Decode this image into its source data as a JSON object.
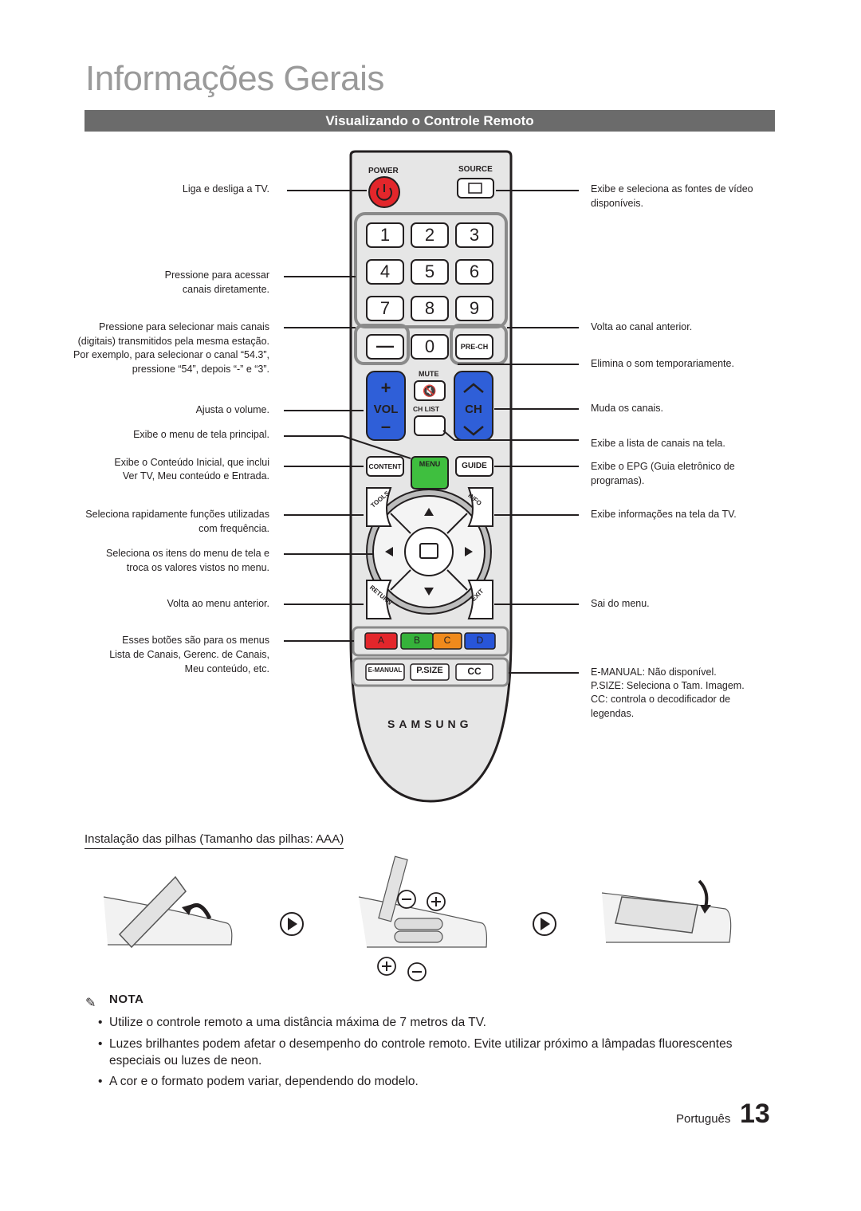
{
  "page_title": "Informações Gerais",
  "section_title": "Visualizando o Controle Remoto",
  "remote": {
    "power": "POWER",
    "source": "SOURCE",
    "digits": [
      "1",
      "2",
      "3",
      "4",
      "5",
      "6",
      "7",
      "8",
      "9"
    ],
    "dash": "—",
    "zero": "0",
    "prech": "PRE-CH",
    "mute": "MUTE",
    "vol_plus": "+",
    "vol": "VOL",
    "vol_minus": "–",
    "chlist": "CH LIST",
    "ch": "CH",
    "content": "CONTENT",
    "menu": "MENU",
    "guide": "GUIDE",
    "tools": "TOOLS",
    "info": "INFO",
    "return": "RETURN",
    "exit": "EXIT",
    "a": "A",
    "b": "B",
    "c": "C",
    "d": "D",
    "emanual": "E-MANUAL",
    "psize": "P.SIZE",
    "cc": "CC",
    "brand": "SAMSUNG",
    "colors": {
      "power": "#e3262b",
      "vol": "#2f5fd8",
      "ch": "#2f5fd8",
      "menu": "#3fbf3f",
      "a": "#e3262b",
      "b": "#35b23a",
      "c": "#f08a1c",
      "d": "#2855d8"
    }
  },
  "left_annotations": [
    "Liga e desliga a TV.",
    "Pressione para acessar canais diretamente.",
    "Pressione para selecionar mais canais (digitais) transmitidos pela mesma estação. Por exemplo, para selecionar o canal “54.3”, pressione “54”, depois “-” e “3”.",
    "Ajusta o volume.",
    "Exibe o menu de tela principal.",
    "Exibe o Conteúdo Inicial, que inclui",
    "Ver TV, Meu conteúdo e Entrada.",
    "Seleciona rapidamente funções utilizadas com frequência.",
    "Seleciona os itens do menu de tela e troca os valores vistos no menu.",
    "Volta ao menu anterior.",
    "Esses botões são para os menus",
    "Lista de Canais, Gerenc. de Canais,",
    "Meu conteúdo, etc."
  ],
  "right_annotations": [
    "Exibe e seleciona as fontes de vídeo disponíveis.",
    "Volta ao canal anterior.",
    "Elimina o som temporariamente.",
    "Muda os canais.",
    "Exibe a lista de canais na tela.",
    "Exibe o EPG (Guia eletrônico de programas).",
    "Exibe informações na tela da TV.",
    "Sai do menu.",
    "E-MANUAL: Não disponível.",
    "P.SIZE: Seleciona o Tam. Imagem.",
    "CC: controla o decodificador de legendas."
  ],
  "battery_heading": "Instalação das pilhas (Tamanho das pilhas: AAA)",
  "note_title": "NOTA",
  "notes": [
    "Utilize o controle remoto a uma distância máxima de 7 metros da TV.",
    "Luzes brilhantes podem afetar o desempenho do controle remoto. Evite utilizar próximo a lâmpadas fluorescentes especiais ou luzes de neon.",
    "A cor e o formato podem variar, dependendo do modelo."
  ],
  "footer": {
    "language": "Português",
    "page_number": "13"
  }
}
